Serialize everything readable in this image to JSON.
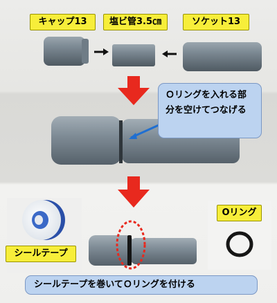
{
  "labels": {
    "cap": "キャップ13",
    "pipe": "塩ビ管3.5㎝",
    "socket": "ソケット13",
    "oring_note": "Ｏリングを入れる部分を空けてつなげる",
    "seal_tape": "シールテープ",
    "oring": "Oリング",
    "bottom_note": "シールテープを巻いてＯリングを付ける"
  },
  "colors": {
    "pipe_gray": "#7d8a94",
    "label_yellow": "#f7ee3a",
    "callout_blue": "#bcd3f0",
    "arrow_red": "#e8291e"
  }
}
